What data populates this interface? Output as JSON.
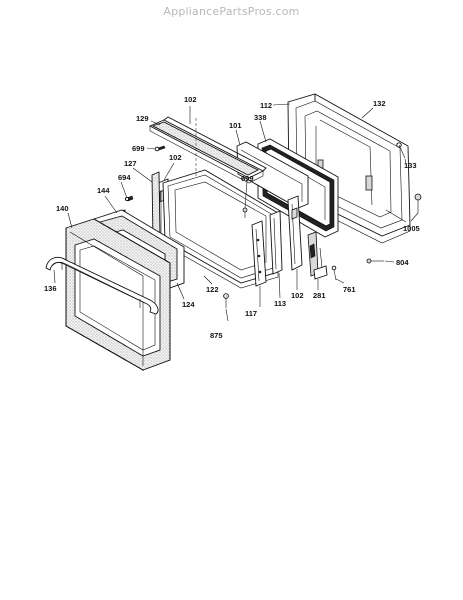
{
  "watermark": "AppliancePartsPros.com",
  "callouts": [
    {
      "id": "c102a",
      "label": "102"
    },
    {
      "id": "c129",
      "label": "129"
    },
    {
      "id": "c699a",
      "label": "699"
    },
    {
      "id": "c127",
      "label": "127"
    },
    {
      "id": "c102b",
      "label": "102"
    },
    {
      "id": "c144",
      "label": "144"
    },
    {
      "id": "c694",
      "label": "694"
    },
    {
      "id": "c140",
      "label": "140"
    },
    {
      "id": "c136",
      "label": "136"
    },
    {
      "id": "c124",
      "label": "124"
    },
    {
      "id": "c122",
      "label": "122"
    },
    {
      "id": "c875",
      "label": "875"
    },
    {
      "id": "c117",
      "label": "117"
    },
    {
      "id": "c113",
      "label": "113"
    },
    {
      "id": "c102c",
      "label": "102"
    },
    {
      "id": "c281",
      "label": "281"
    },
    {
      "id": "c761",
      "label": "761"
    },
    {
      "id": "c804",
      "label": "804"
    },
    {
      "id": "c1005",
      "label": "1005"
    },
    {
      "id": "c133",
      "label": "133"
    },
    {
      "id": "c132",
      "label": "132"
    },
    {
      "id": "c112",
      "label": "112"
    },
    {
      "id": "c338",
      "label": "338"
    },
    {
      "id": "c101",
      "label": "101"
    },
    {
      "id": "c699b",
      "label": "699"
    }
  ]
}
